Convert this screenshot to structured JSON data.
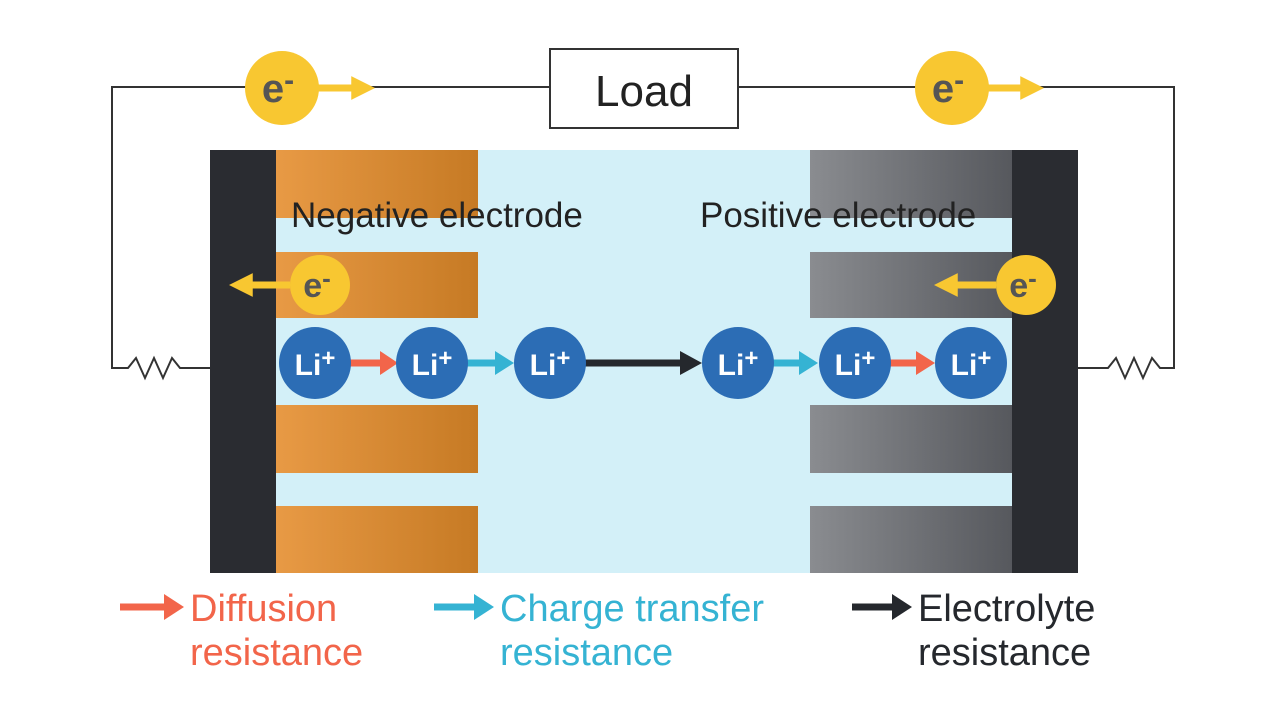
{
  "load_label": "Load",
  "electron_label": "e",
  "electron_charge": "-",
  "ion_label": "Li",
  "ion_charge": "+",
  "negative_electrode_label": "Negative electrode",
  "positive_electrode_label": "Positive electrode",
  "legend": [
    {
      "line1": "Diffusion",
      "line2": "resistance",
      "color": "#f2654a"
    },
    {
      "line1": "Charge transfer",
      "line2": "resistance",
      "color": "#35b3d3"
    },
    {
      "line1": "Electrolyte",
      "line2": "resistance",
      "color": "#25282d"
    }
  ],
  "colors": {
    "electrolyte": "#d3f0f8",
    "current_collector": "#2a2c31",
    "negative_active": "#d98b34",
    "positive_active": "#737579",
    "electron": "#f8c731",
    "ion": "#2c6db5",
    "wire": "#333333"
  }
}
